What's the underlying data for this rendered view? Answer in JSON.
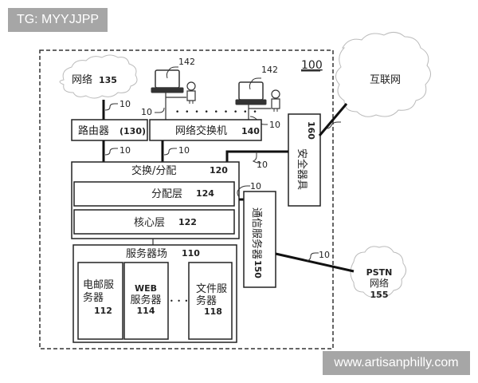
{
  "watermarks": {
    "top": "TG: MYYJJPP",
    "bottom": "www.artisanphilly.com"
  },
  "diagram": {
    "system_label": "100",
    "connection_label": "10",
    "clouds": {
      "network": {
        "label": "网络",
        "num": "135"
      },
      "internet": {
        "label": "互联网"
      },
      "pstn": {
        "line1": "PSTN",
        "line2": "网络",
        "num": "155"
      }
    },
    "terminals": {
      "label": "142",
      "dots": "• • • • • • • • •"
    },
    "router": {
      "label": "路由器",
      "num": "(130)"
    },
    "network_switch": {
      "label": "网络交换机",
      "num": "140"
    },
    "security_appliance": {
      "label": "安全器具",
      "num": "160"
    },
    "switch_distribution": {
      "label": "交换/分配",
      "num": "120"
    },
    "distribution_layer": {
      "label": "分配层",
      "num": "124"
    },
    "core_layer": {
      "label": "核心层",
      "num": "122"
    },
    "comm_server": {
      "label": "通信服务器",
      "num": "150"
    },
    "server_farm": {
      "label": "服务器场",
      "num": "110",
      "servers": [
        {
          "line1": "电邮服",
          "line2": "务器",
          "num": "112"
        },
        {
          "line1": "WEB",
          "line2": "服务器",
          "num": "114"
        },
        {
          "line1": "文件服",
          "line2": "务器",
          "num": "118"
        }
      ],
      "ellipsis": "• • • •"
    }
  }
}
